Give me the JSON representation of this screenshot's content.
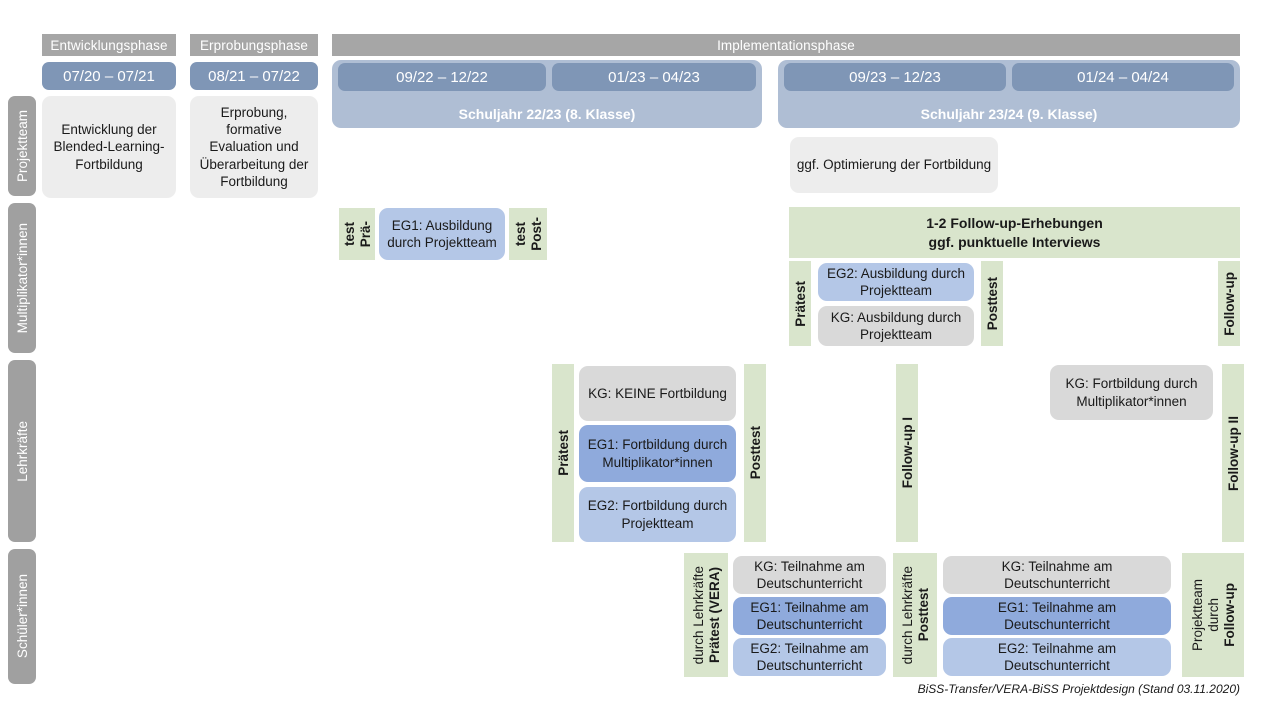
{
  "document": {
    "title": "BiSS-Transfer/VERA-BiSS Projektdesign",
    "footnote": "BiSS-Transfer/VERA-BiSS Projektdesign (Stand 03.11.2020)"
  },
  "colors": {
    "phase_bar": "#A6A6A6",
    "date_chip": "#7F96B6",
    "school_year": "#AFBED4",
    "row_label": "#A0A0A0",
    "green_strip": "#D9E5CC",
    "kg_gray": "#D9D9D9",
    "box_gray_light": "#EDEDED",
    "eg1_blue": "#8FAADC",
    "eg2_blue": "#B4C7E7",
    "text_dark": "#1A1A1A",
    "text_light": "#FFFFFF"
  },
  "phases": [
    {
      "id": "entwicklung",
      "label": "Entwicklungsphase"
    },
    {
      "id": "erprobung",
      "label": "Erprobungsphase"
    },
    {
      "id": "implementation",
      "label": "Implementationsphase"
    }
  ],
  "periods": [
    {
      "id": "p1",
      "label": "07/20 – 07/21"
    },
    {
      "id": "p2",
      "label": "08/21 – 07/22"
    },
    {
      "id": "p3",
      "label": "09/22 – 12/22"
    },
    {
      "id": "p4",
      "label": "01/23 – 04/23"
    },
    {
      "id": "p5",
      "label": "09/23 – 12/23"
    },
    {
      "id": "p6",
      "label": "01/24 – 04/24"
    }
  ],
  "school_years": [
    {
      "id": "sy1",
      "label": "Schuljahr 22/23 (8. Klasse)"
    },
    {
      "id": "sy2",
      "label": "Schuljahr 23/24 (9. Klasse)"
    }
  ],
  "rows": [
    {
      "id": "projektteam",
      "label": "Projektteam"
    },
    {
      "id": "multiplikatorinnen",
      "label": "Multiplikator*innen"
    },
    {
      "id": "lehrkraefte",
      "label": "Lehrkräfte"
    },
    {
      "id": "schuelerinnen",
      "label": "Schüler*innen"
    }
  ],
  "projektteam": {
    "entwicklung_box": "Entwicklung der Blended-Learning-Fortbildung",
    "erprobung_box": "Erprobung, formative Evaluation und Überarbeitung der Fortbildung",
    "optimierung_box": "ggf. Optimierung der Fortbildung"
  },
  "multiplikatoren": {
    "praetest_1": [
      "Prä-",
      "test"
    ],
    "eg1_box": "EG1: Ausbildung durch Projektteam",
    "posttest_1": [
      "Post-",
      "test"
    ],
    "followup_banner": "1-2 Follow-up-Erhebungen\nggf. punktuelle Interviews",
    "praetest_2": [
      "Prätest"
    ],
    "eg2_box": "EG2: Ausbildung durch Projektteam",
    "kg_box": "KG: Ausbildung durch Projektteam",
    "posttest_2": [
      "Posttest"
    ],
    "followup_label": [
      "Follow-up"
    ]
  },
  "lehrkraefte": {
    "praetest": [
      "Prätest"
    ],
    "kg_box": "KG:  KEINE Fortbildung",
    "eg1_box": "EG1: Fortbildung durch Multiplikator*innen",
    "eg2_box": "EG2: Fortbildung durch Projektteam",
    "posttest": [
      "Posttest"
    ],
    "followup_1": [
      "Follow-up I"
    ],
    "kg_box_2": "KG: Fortbildung durch Multiplikator*innen",
    "followup_2": [
      "Follow-up II"
    ]
  },
  "schuelerinnen": {
    "praetest": [
      "Prätest (VERA)",
      "durch Lehrkräfte"
    ],
    "kg_box_1": "KG: Teilnahme am Deutschunterricht",
    "eg1_box_1": "EG1: Teilnahme am Deutschunterricht",
    "eg2_box_1": "EG2: Teilnahme am Deutschunterricht",
    "posttest": [
      "Posttest",
      "durch Lehrkräfte"
    ],
    "kg_box_2": "KG: Teilnahme am Deutschunterricht",
    "eg1_box_2": "EG1: Teilnahme am Deutschunterricht",
    "eg2_box_2": "EG2: Teilnahme am Deutschunterricht",
    "followup": [
      "Follow-up",
      "durch",
      "Projektteam"
    ]
  }
}
